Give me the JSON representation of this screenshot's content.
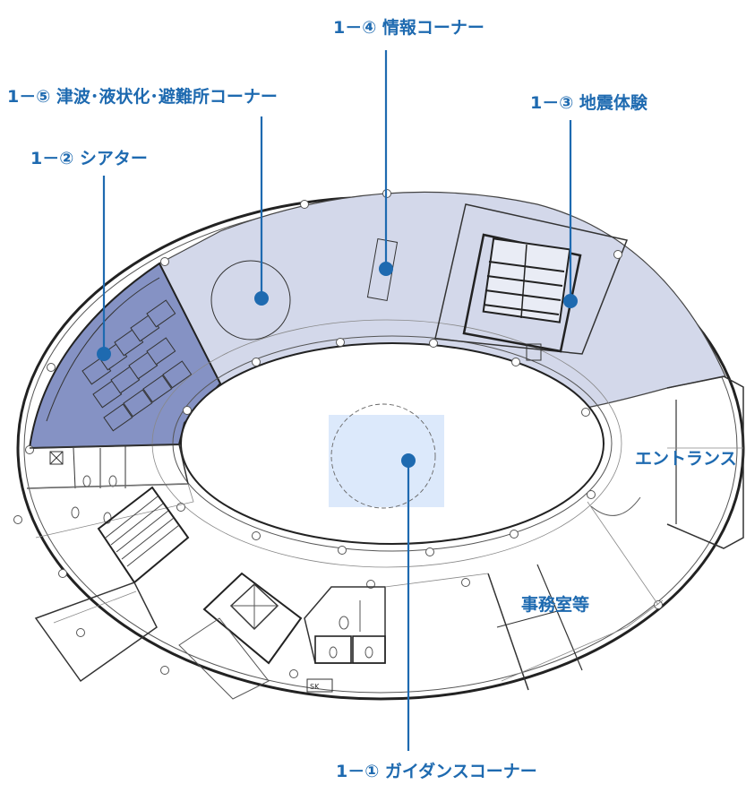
{
  "zones": {
    "guidance": {
      "label": "1－① ガイダンスコーナー",
      "color": "#dce9fb"
    },
    "theater": {
      "label": "1－② シアター",
      "color": "#8592c4"
    },
    "earthquake": {
      "label": "1－③ 地震体験",
      "color": "#d3d8ea"
    },
    "information": {
      "label": "1－④ 情報コーナー",
      "color": "#d3d8ea"
    },
    "tsunami": {
      "label": "1－⑤ 津波･液状化･避難所コーナー",
      "color": "#d3d8ea"
    }
  },
  "rooms": {
    "entrance": {
      "label": "エントランス"
    },
    "office": {
      "label": "事務室等"
    }
  },
  "accent_color": "#1e6ab0"
}
